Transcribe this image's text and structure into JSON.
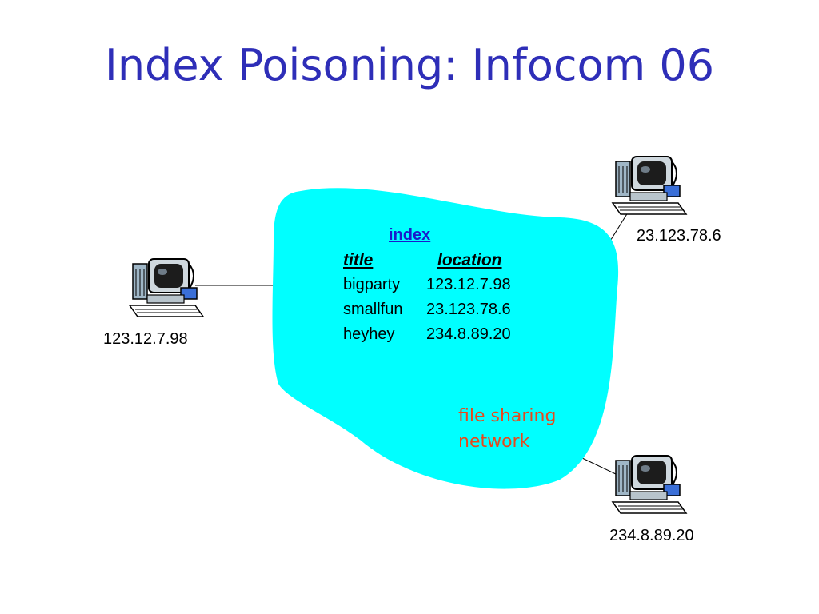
{
  "slide": {
    "title": "Index Poisoning: Infocom 06"
  },
  "index": {
    "heading": "index",
    "columns": {
      "title": "title",
      "location": "location"
    },
    "rows": [
      {
        "title": "bigparty",
        "location": "123.12.7.98"
      },
      {
        "title": "smallfun",
        "location": "23.123.78.6"
      },
      {
        "title": "heyhey",
        "location": "234.8.89.20"
      }
    ]
  },
  "network": {
    "line1": "file sharing",
    "line2": "network",
    "fill_color": "#00ffff",
    "label_color": "#e8481c"
  },
  "hosts": [
    {
      "name": "host-left",
      "ip": "123.12.7.98",
      "icon": "desktop-computer-icon"
    },
    {
      "name": "host-top-right",
      "ip": "23.123.78.6",
      "icon": "desktop-computer-icon"
    },
    {
      "name": "host-bottom-right",
      "ip": "234.8.89.20",
      "icon": "desktop-computer-icon"
    }
  ]
}
